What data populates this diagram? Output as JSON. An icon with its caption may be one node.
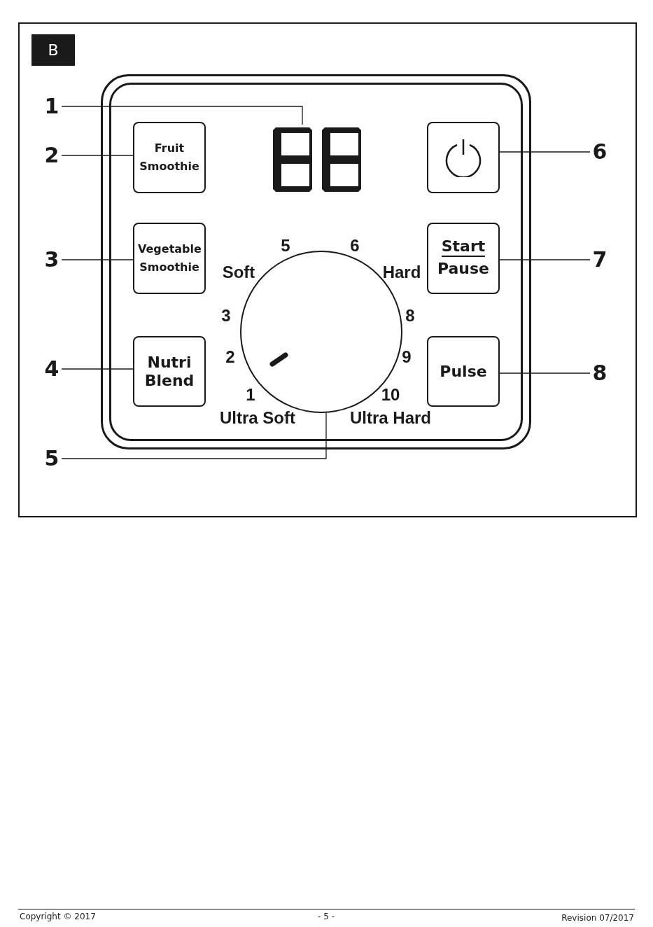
{
  "diagram": {
    "nodes": [
      {
        "text": [
          "B"
        ]
      },
      {
        "text": [
          "1"
        ]
      },
      {
        "text": [
          "2"
        ]
      },
      {
        "text": [
          "3"
        ]
      },
      {
        "text": [
          "4"
        ]
      },
      {
        "text": [
          "5"
        ]
      },
      {
        "text": [
          "6"
        ]
      },
      {
        "text": [
          "7"
        ]
      },
      {
        "text": [
          "8"
        ]
      },
      {
        "text": [],
        "shape": "box"
      },
      {
        "text": [
          "Fruit Smoothie"
        ]
      },
      {
        "text": [
          "Vegetable Smoothie"
        ]
      },
      {
        "text": [
          "Nutri Blend"
        ]
      },
      {
        "text": [],
        "shape": "circle"
      },
      {
        "text": [],
        "shape": "box"
      },
      {
        "text": [
          "Start",
          "Pause"
        ]
      },
      {
        "text": [
          "Pulse"
        ]
      }
    ],
    "edges": [
      {
        "from": 1,
        "to": 9,
        "arrow": "none"
      },
      {
        "from": 2,
        "to": 10,
        "arrow": "none"
      },
      {
        "from": 3,
        "to": 11,
        "arrow": "none"
      },
      {
        "from": 4,
        "to": 12,
        "arrow": "none"
      },
      {
        "from": 5,
        "to": 13,
        "arrow": "none"
      },
      {
        "from": 6,
        "to": 14,
        "arrow": "none"
      },
      {
        "from": 7,
        "to": 15,
        "arrow": "none"
      },
      {
        "from": 8,
        "to": 16,
        "arrow": "none"
      }
    ],
    "labels": [
      "5",
      "6",
      "Soft",
      "Hard",
      "3",
      "8",
      "2",
      "9",
      "1",
      "10",
      "Ultra Soft",
      "Ultra Hard",
      "Copyright © 2017",
      "- 5 -",
      "Revision 07/2017"
    ]
  }
}
